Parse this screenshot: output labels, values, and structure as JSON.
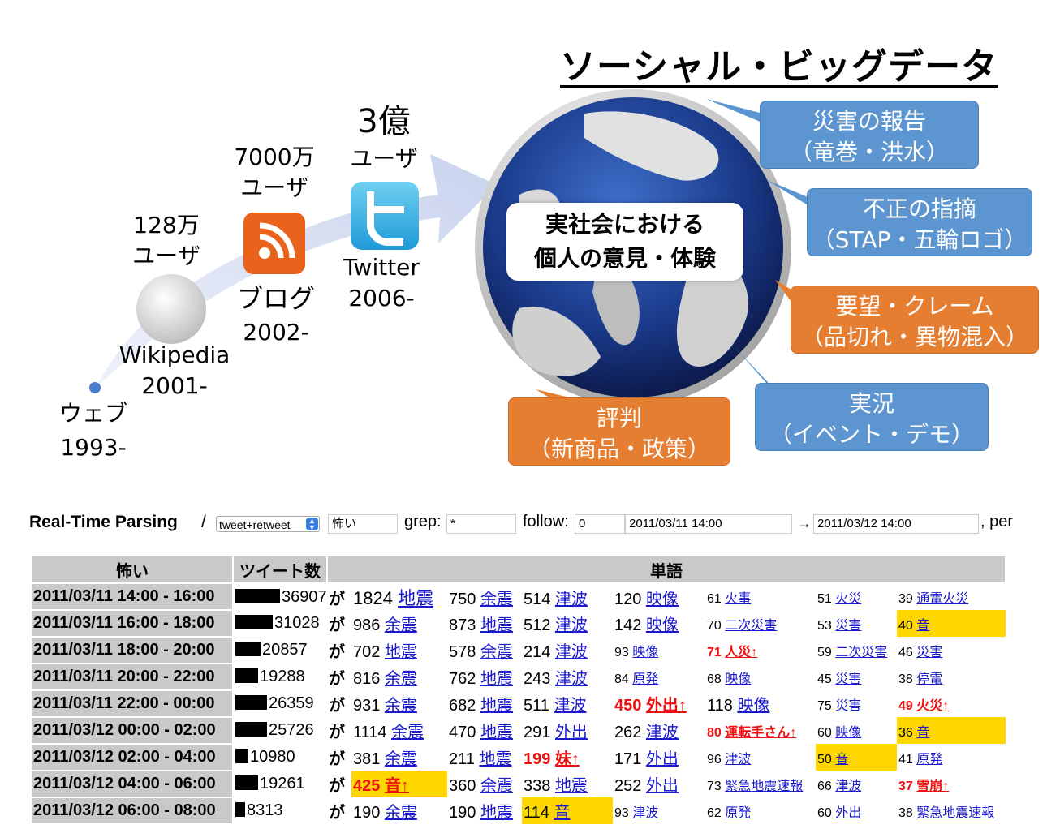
{
  "slide": {
    "title": "ソーシャル・ビッグデータ",
    "timeline": {
      "web": {
        "label": "ウェブ",
        "year": "1993-"
      },
      "wikipedia": {
        "users": "128万",
        "users2": "ユーザ",
        "label": "Wikipedia",
        "year": "2001-"
      },
      "blog": {
        "users": "7000万",
        "users2": "ユーザ",
        "label": "ブログ",
        "year": "2002-"
      },
      "twitter": {
        "users": "3億",
        "users2": "ユーザ",
        "label": "Twitter",
        "year": "2006-"
      }
    },
    "center_label": {
      "line1": "実社会における",
      "line2": "個人の意見・体験"
    },
    "callouts": [
      {
        "line1": "災害の報告",
        "line2": "（竜巻・洪水）",
        "color": "#5c95cf"
      },
      {
        "line1": "不正の指摘",
        "line2": "（STAP・五輪ロゴ）",
        "color": "#5c95cf"
      },
      {
        "line1": "要望・クレーム",
        "line2": "（品切れ・異物混入）",
        "color": "#e67e32"
      },
      {
        "line1": "実況",
        "line2": "（イベント・デモ）",
        "color": "#5c95cf"
      },
      {
        "line1": "評判",
        "line2": "（新商品・政策）",
        "color": "#e67e32"
      }
    ]
  },
  "parsing_bar": {
    "title": "Real-Time Parsing",
    "slash": "/",
    "mode_select": "tweet+retweet",
    "keyword": "怖い",
    "grep_label": "grep:",
    "grep_value": "*",
    "follow_label": "follow:",
    "follow_value": "0",
    "date_from": "2011/03/11 14:00",
    "arrow": "→",
    "date_to": "2011/03/12 14:00",
    "per_label": ", per"
  },
  "table": {
    "headers": {
      "keyword": "怖い",
      "tweets": "ツイート数",
      "words": "単語"
    },
    "particle": "が",
    "rows": [
      {
        "time": "2011/03/11 14:00 - 16:00",
        "count": "36907",
        "bar": 0.37,
        "words": [
          {
            "n": "1824",
            "w": "地震",
            "s": "big"
          },
          {
            "n": "750",
            "w": "余震",
            "s": "mid"
          },
          {
            "n": "514",
            "w": "津波",
            "s": "mid"
          },
          {
            "n": "120",
            "w": "映像",
            "s": "mid"
          },
          {
            "n": "61",
            "w": "火事",
            "s": "sm"
          },
          {
            "n": "51",
            "w": "火災",
            "s": "sm"
          },
          {
            "n": "39",
            "w": "通電火災",
            "s": "sm"
          }
        ]
      },
      {
        "time": "2011/03/11 16:00 - 18:00",
        "count": "31028",
        "bar": 0.31,
        "words": [
          {
            "n": "986",
            "w": "余震",
            "s": "mid"
          },
          {
            "n": "873",
            "w": "地震",
            "s": "mid"
          },
          {
            "n": "512",
            "w": "津波",
            "s": "mid"
          },
          {
            "n": "142",
            "w": "映像",
            "s": "mid"
          },
          {
            "n": "70",
            "w": "二次災害",
            "s": "sm"
          },
          {
            "n": "53",
            "w": "災害",
            "s": "sm"
          },
          {
            "n": "40",
            "w": "音",
            "s": "sm",
            "hl": true
          }
        ]
      },
      {
        "time": "2011/03/11 18:00 - 20:00",
        "count": "20857",
        "bar": 0.21,
        "words": [
          {
            "n": "702",
            "w": "地震",
            "s": "mid"
          },
          {
            "n": "578",
            "w": "余震",
            "s": "mid"
          },
          {
            "n": "214",
            "w": "津波",
            "s": "mid"
          },
          {
            "n": "93",
            "w": "映像",
            "s": "sm"
          },
          {
            "n": "71",
            "w": "人災↑",
            "s": "sm",
            "red": true
          },
          {
            "n": "59",
            "w": "二次災害",
            "s": "sm"
          },
          {
            "n": "46",
            "w": "災害",
            "s": "sm"
          }
        ]
      },
      {
        "time": "2011/03/11 20:00 - 22:00",
        "count": "19288",
        "bar": 0.19,
        "words": [
          {
            "n": "816",
            "w": "余震",
            "s": "mid"
          },
          {
            "n": "762",
            "w": "地震",
            "s": "mid"
          },
          {
            "n": "243",
            "w": "津波",
            "s": "mid"
          },
          {
            "n": "84",
            "w": "原発",
            "s": "sm"
          },
          {
            "n": "68",
            "w": "映像",
            "s": "sm"
          },
          {
            "n": "45",
            "w": "災害",
            "s": "sm"
          },
          {
            "n": "38",
            "w": "停電",
            "s": "sm"
          }
        ]
      },
      {
        "time": "2011/03/11 22:00 - 00:00",
        "count": "26359",
        "bar": 0.26,
        "words": [
          {
            "n": "931",
            "w": "余震",
            "s": "mid"
          },
          {
            "n": "682",
            "w": "地震",
            "s": "mid"
          },
          {
            "n": "511",
            "w": "津波",
            "s": "mid"
          },
          {
            "n": "450",
            "w": "外出↑",
            "s": "mid",
            "red": true
          },
          {
            "n": "118",
            "w": "映像",
            "s": "mid"
          },
          {
            "n": "75",
            "w": "災害",
            "s": "sm"
          },
          {
            "n": "49",
            "w": "火災↑",
            "s": "sm",
            "red": true
          }
        ]
      },
      {
        "time": "2011/03/12 00:00 - 02:00",
        "count": "25726",
        "bar": 0.26,
        "words": [
          {
            "n": "1114",
            "w": "余震",
            "s": "mid"
          },
          {
            "n": "470",
            "w": "地震",
            "s": "mid"
          },
          {
            "n": "291",
            "w": "外出",
            "s": "mid"
          },
          {
            "n": "262",
            "w": "津波",
            "s": "mid"
          },
          {
            "n": "80",
            "w": "運転手さん↑",
            "s": "sm",
            "red": true
          },
          {
            "n": "60",
            "w": "映像",
            "s": "sm"
          },
          {
            "n": "36",
            "w": "音",
            "s": "sm",
            "hl": true
          }
        ]
      },
      {
        "time": "2011/03/12 02:00 - 04:00",
        "count": "10980",
        "bar": 0.11,
        "words": [
          {
            "n": "381",
            "w": "余震",
            "s": "mid"
          },
          {
            "n": "211",
            "w": "地震",
            "s": "mid"
          },
          {
            "n": "199",
            "w": "妹↑",
            "s": "mid",
            "red": true
          },
          {
            "n": "171",
            "w": "外出",
            "s": "mid"
          },
          {
            "n": "96",
            "w": "津波",
            "s": "sm"
          },
          {
            "n": "50",
            "w": "音",
            "s": "sm",
            "hl": true
          },
          {
            "n": "41",
            "w": "原発",
            "s": "sm"
          }
        ]
      },
      {
        "time": "2011/03/12 04:00 - 06:00",
        "count": "19261",
        "bar": 0.19,
        "words": [
          {
            "n": "425",
            "w": "音↑",
            "s": "mid",
            "red": true,
            "hl": true
          },
          {
            "n": "360",
            "w": "余震",
            "s": "mid"
          },
          {
            "n": "338",
            "w": "地震",
            "s": "mid"
          },
          {
            "n": "252",
            "w": "外出",
            "s": "mid"
          },
          {
            "n": "73",
            "w": "緊急地震速報",
            "s": "sm"
          },
          {
            "n": "66",
            "w": "津波",
            "s": "sm"
          },
          {
            "n": "37",
            "w": "雪崩↑",
            "s": "sm",
            "red": true
          }
        ]
      },
      {
        "time": "2011/03/12 06:00 - 08:00",
        "count": "8313",
        "bar": 0.08,
        "words": [
          {
            "n": "190",
            "w": "余震",
            "s": "mid"
          },
          {
            "n": "190",
            "w": "地震",
            "s": "mid"
          },
          {
            "n": "114",
            "w": "音",
            "s": "mid",
            "hl": true
          },
          {
            "n": "93",
            "w": "津波",
            "s": "sm"
          },
          {
            "n": "62",
            "w": "原発",
            "s": "sm"
          },
          {
            "n": "60",
            "w": "外出",
            "s": "sm"
          },
          {
            "n": "38",
            "w": "緊急地震速報",
            "s": "sm"
          }
        ]
      }
    ]
  }
}
